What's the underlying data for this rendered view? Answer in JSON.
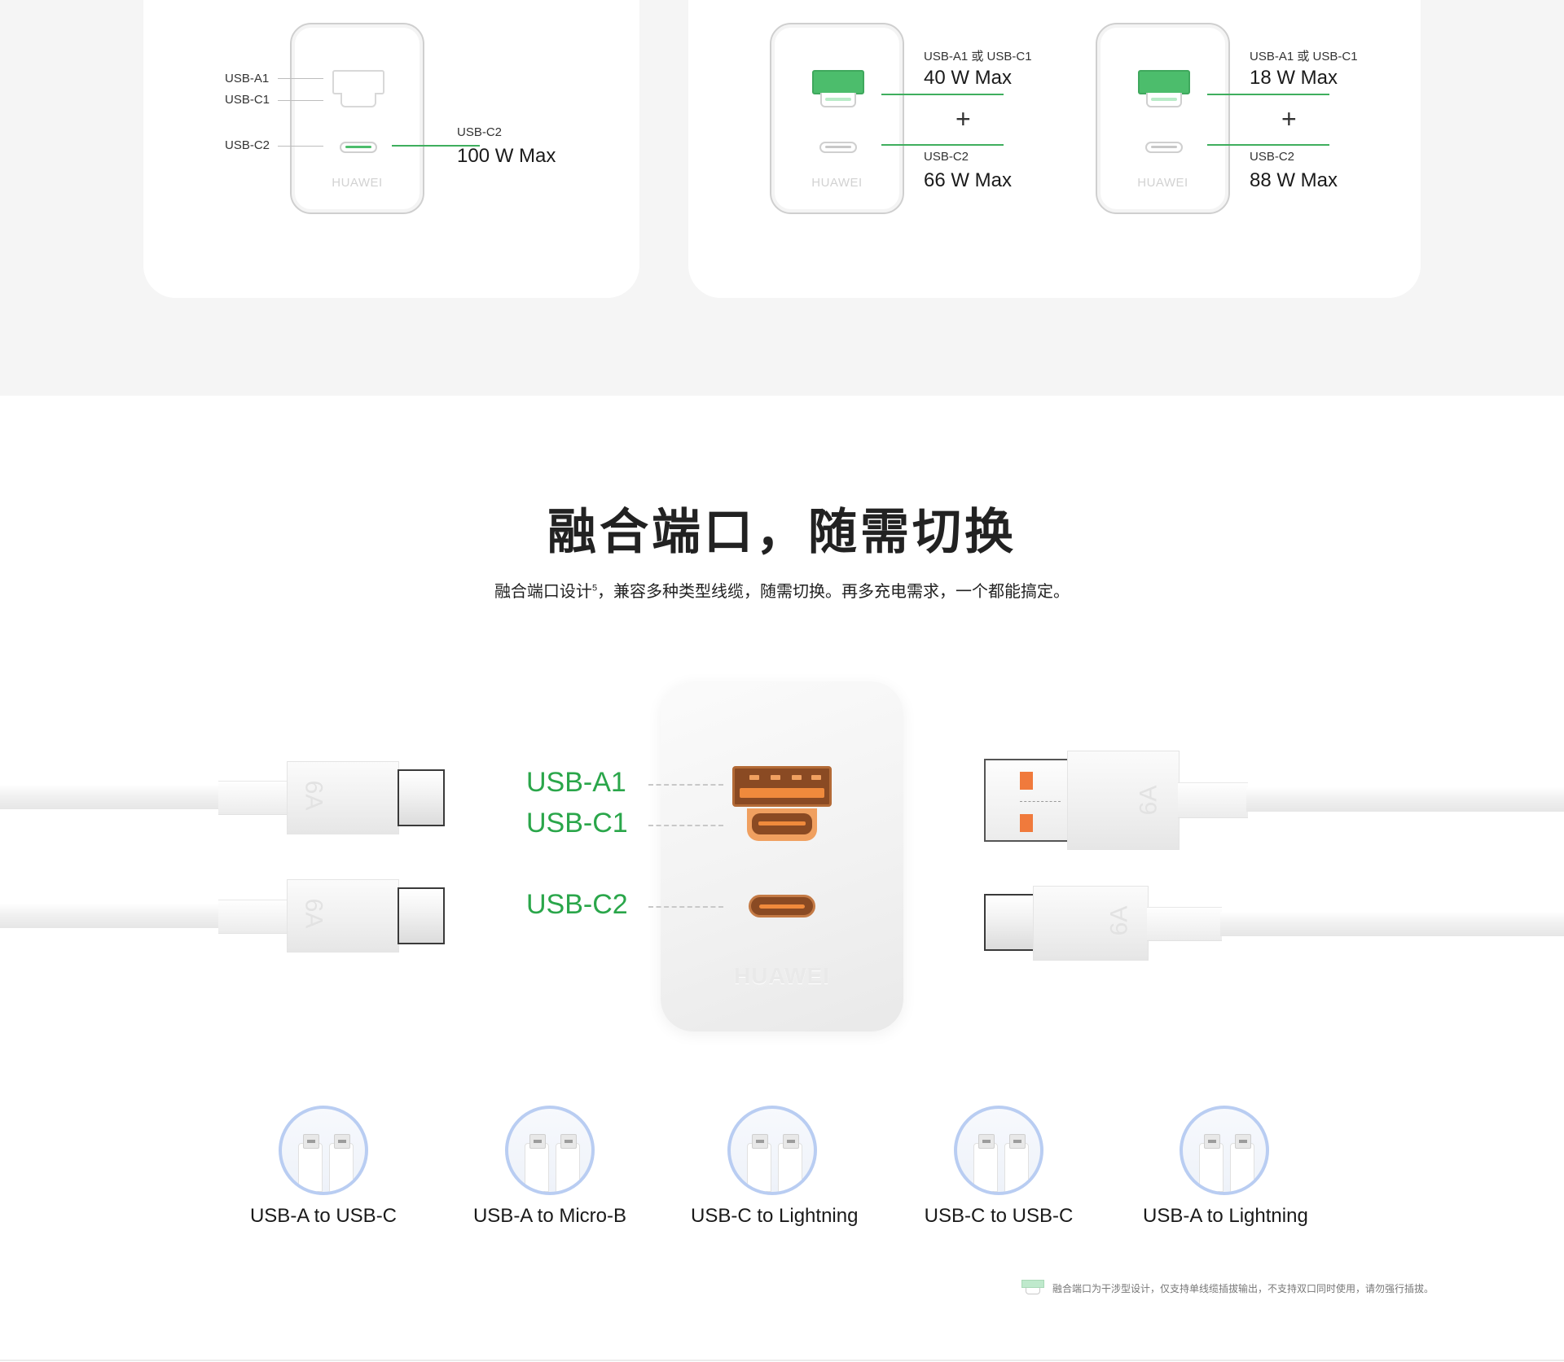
{
  "output_specs": {
    "left_card": {
      "port_labels": [
        "USB-A1",
        "USB-C1",
        "USB-C2"
      ],
      "single_port_label": "USB-C2",
      "single_port_power": "100 W Max",
      "brand": "HUAWEI"
    },
    "combo_1": {
      "top_port": "USB-A1 或 USB-C1",
      "top_power": "40 W Max",
      "plus": "+",
      "bottom_port": "USB-C2",
      "bottom_power": "66 W Max",
      "brand": "HUAWEI"
    },
    "combo_2": {
      "top_port": "USB-A1 或 USB-C1",
      "top_power": "18 W Max",
      "plus": "+",
      "bottom_port": "USB-C2",
      "bottom_power": "88 W Max",
      "brand": "HUAWEI"
    }
  },
  "fusion": {
    "title": "融合端口，随需切换",
    "subtitle": "融合端口设计",
    "subtitle_sup": "5",
    "subtitle_rest": "，兼容多种类型线缆，随需切换。再多充电需求，一个都能搞定。",
    "charger_brand": "HUAWEI",
    "port_labels": {
      "a1": "USB-A1",
      "c1": "USB-C1",
      "c2": "USB-C2"
    },
    "cable_marking": "6A",
    "accent_color": "#2aa64a"
  },
  "cable_types": [
    {
      "label": "USB-A to USB-C"
    },
    {
      "label": "USB-A to Micro-B"
    },
    {
      "label": "USB-C to Lightning"
    },
    {
      "label": "USB-C to USB-C"
    },
    {
      "label": "USB-A to Lightning"
    }
  ],
  "footnote": {
    "text": "融合端口为干涉型设计，仅支持单线缆插拔输出，不支持双口同时使用，请勿强行插拔。",
    "icon": "fusion-port-icon"
  }
}
